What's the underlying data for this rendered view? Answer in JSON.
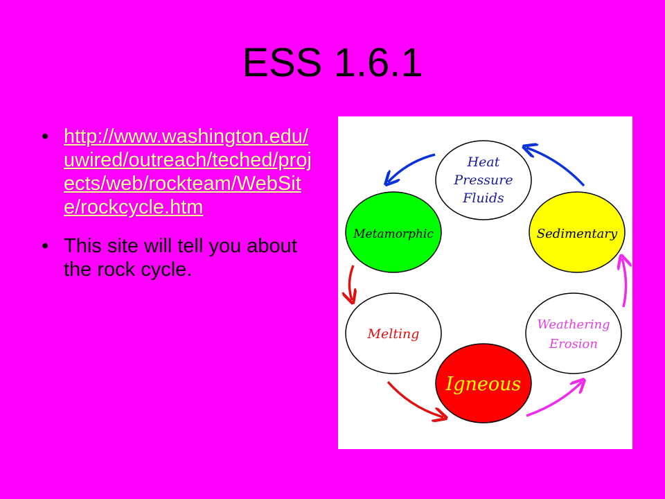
{
  "slide": {
    "title": "ESS 1.6.1"
  },
  "bullets": [
    {
      "type": "link",
      "text": "http://www.washington.edu/uwired/outreach/teched/projects/web/rockteam/WebSite/rockcycle.htm"
    },
    {
      "type": "text",
      "text": "This site will tell you about the rock cycle."
    }
  ],
  "bullet_symbol": "•",
  "rock_cycle": {
    "stages": [
      {
        "id": "heat",
        "lines": [
          "Heat",
          "Pressure",
          "Fluids"
        ],
        "fill": "#ffffff",
        "text_color": "#1a1a9a"
      },
      {
        "id": "metamorphic",
        "lines": [
          "Metamorphic"
        ],
        "fill": "#00ff00",
        "text_color": "#000000"
      },
      {
        "id": "sedimentary",
        "lines": [
          "Sedimentary"
        ],
        "fill": "#ffff00",
        "text_color": "#000000"
      },
      {
        "id": "melting",
        "lines": [
          "Melting"
        ],
        "fill": "#ffffff",
        "text_color": "#e01010"
      },
      {
        "id": "weathering",
        "lines": [
          "Weathering",
          "Erosion"
        ],
        "fill": "#ffffff",
        "text_color": "#e040e0"
      },
      {
        "id": "igneous",
        "lines": [
          "Igneous"
        ],
        "fill": "#ff0000",
        "text_color": "#ffff00"
      }
    ],
    "arrow_colors": {
      "blue": "#0a32dc",
      "red": "#e01010",
      "magenta": "#f028f0"
    }
  }
}
